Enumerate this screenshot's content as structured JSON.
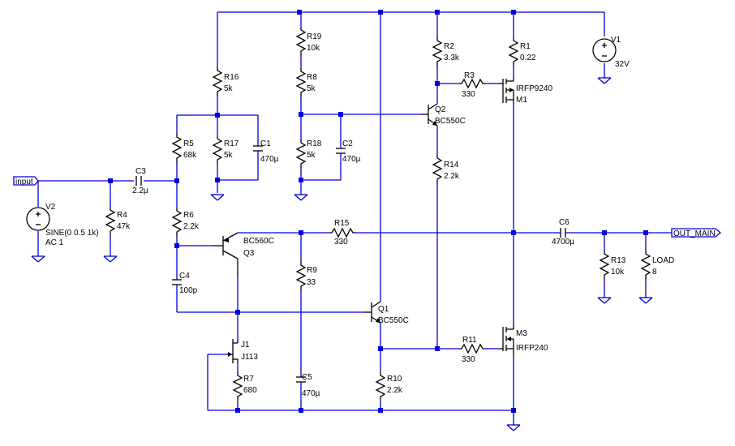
{
  "components": {
    "V1": {
      "ref": "V1",
      "value": "32V"
    },
    "V2": {
      "ref": "V2",
      "value": "SINE(0 0.5 1k)",
      "value2": "AC 1"
    },
    "R1": {
      "ref": "R1",
      "value": "0.22"
    },
    "R2": {
      "ref": "R2",
      "value": "3.3k"
    },
    "R3": {
      "ref": "R3",
      "value": "330"
    },
    "R4": {
      "ref": "R4",
      "value": "47k"
    },
    "R5": {
      "ref": "R5",
      "value": "68k"
    },
    "R6": {
      "ref": "R6",
      "value": "2.2k"
    },
    "R7": {
      "ref": "R7",
      "value": "680"
    },
    "R8": {
      "ref": "R8",
      "value": "5k"
    },
    "R9": {
      "ref": "R9",
      "value": "33"
    },
    "R10": {
      "ref": "R10",
      "value": "2.2k"
    },
    "R11": {
      "ref": "R11",
      "value": "330"
    },
    "R13": {
      "ref": "R13",
      "value": "10k"
    },
    "R14": {
      "ref": "R14",
      "value": "2.2k"
    },
    "R15": {
      "ref": "R15",
      "value": "330"
    },
    "R16": {
      "ref": "R16",
      "value": "5k"
    },
    "R17": {
      "ref": "R17",
      "value": "5k"
    },
    "R18": {
      "ref": "R18",
      "value": "5k"
    },
    "R19": {
      "ref": "R19",
      "value": "10k"
    },
    "LOAD": {
      "ref": "LOAD",
      "value": "8"
    },
    "C1": {
      "ref": "C1",
      "value": "470µ"
    },
    "C2": {
      "ref": "C2",
      "value": "470µ"
    },
    "C3": {
      "ref": "C3",
      "value": "2.2µ"
    },
    "C4": {
      "ref": "C4",
      "value": "100p"
    },
    "C5": {
      "ref": "C5",
      "value": "470µ"
    },
    "C6": {
      "ref": "C6",
      "value": "4700µ"
    },
    "Q1": {
      "ref": "Q1",
      "value": "BC550C"
    },
    "Q2": {
      "ref": "Q2",
      "value": "BC550C"
    },
    "Q3": {
      "ref": "Q3",
      "value": "BC560C"
    },
    "M1": {
      "ref": "M1",
      "value": "IRFP9240"
    },
    "M3": {
      "ref": "M3",
      "value": "IRFP240"
    },
    "J1": {
      "ref": "J1",
      "value": "J113"
    }
  },
  "net_labels": {
    "input": "input",
    "out_main": "OUT_MAIN"
  },
  "colors": {
    "wire": "#0000dd",
    "component": "#000000",
    "background": "#ffffff"
  }
}
